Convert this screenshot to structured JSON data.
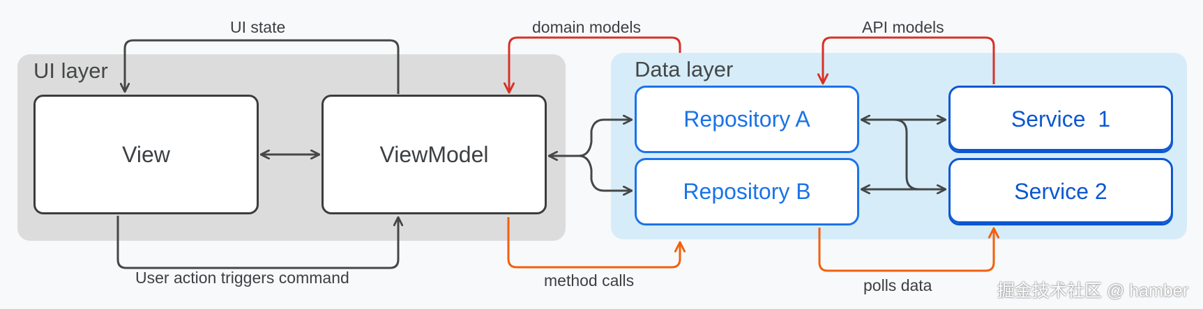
{
  "layers": {
    "ui": "UI layer",
    "data": "Data layer"
  },
  "boxes": {
    "view": "View",
    "viewmodel": "ViewModel",
    "repo_a": "Repository A",
    "repo_b": "Repository B",
    "service_1": "Service  1",
    "service_2": "Service 2"
  },
  "labels": {
    "ui_state": "UI state",
    "domain_models": "domain models",
    "api_models": "API models",
    "user_action": "User action triggers command",
    "method_calls": "method calls",
    "polls_data": "polls data"
  },
  "watermark": "掘金技术社区 @ hamber",
  "colors": {
    "dark_arrow": "#444746",
    "red_arrow": "#d93025",
    "orange_arrow": "#f2600c",
    "repo_blue": "#1a73e8",
    "service_blue": "#0b57d0"
  }
}
